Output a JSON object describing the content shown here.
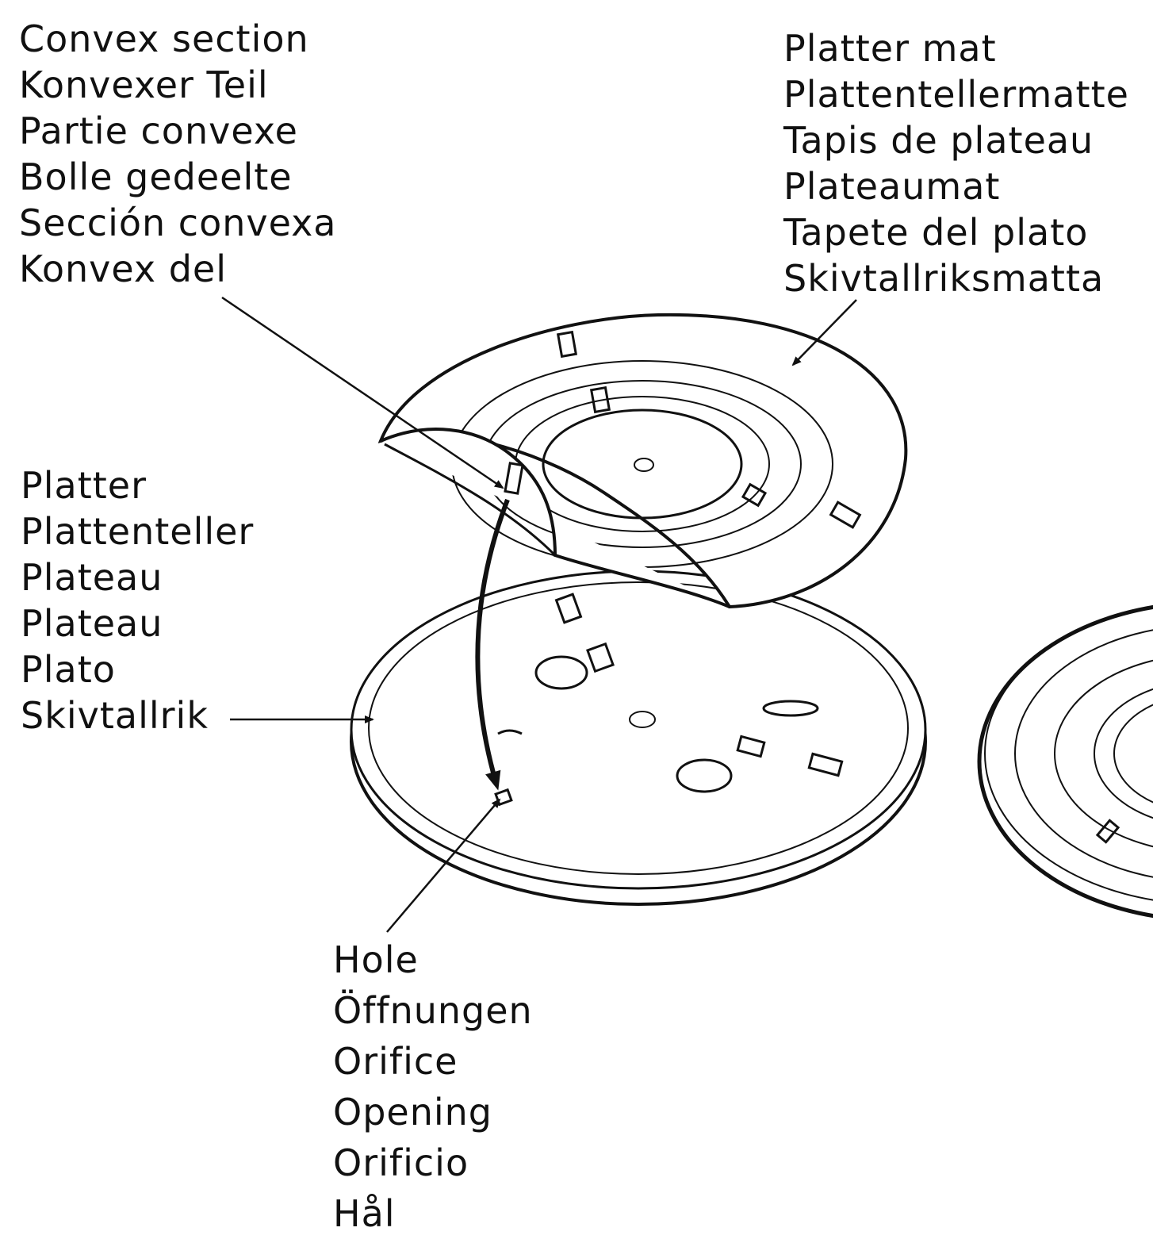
{
  "labels": {
    "convex_section": [
      "Convex section",
      "Konvexer Teil",
      "Partie convexe",
      "Bolle gedeelte",
      "Sección convexa",
      "Konvex del"
    ],
    "platter_mat": [
      "Platter mat",
      "Plattentellermatte",
      "Tapis de plateau",
      "Plateaumat",
      "Tapete del plato",
      "Skivtallriksmatta"
    ],
    "platter": [
      "Platter",
      "Plattenteller",
      "Plateau",
      "Plateau",
      "Plato",
      "Skivtallrik"
    ],
    "hole": [
      "Hole",
      "Öffnungen",
      "Orifice",
      "Opening",
      "Orificio",
      "Hål"
    ]
  },
  "colors": {
    "line": "#111111",
    "background": "#ffffff"
  }
}
